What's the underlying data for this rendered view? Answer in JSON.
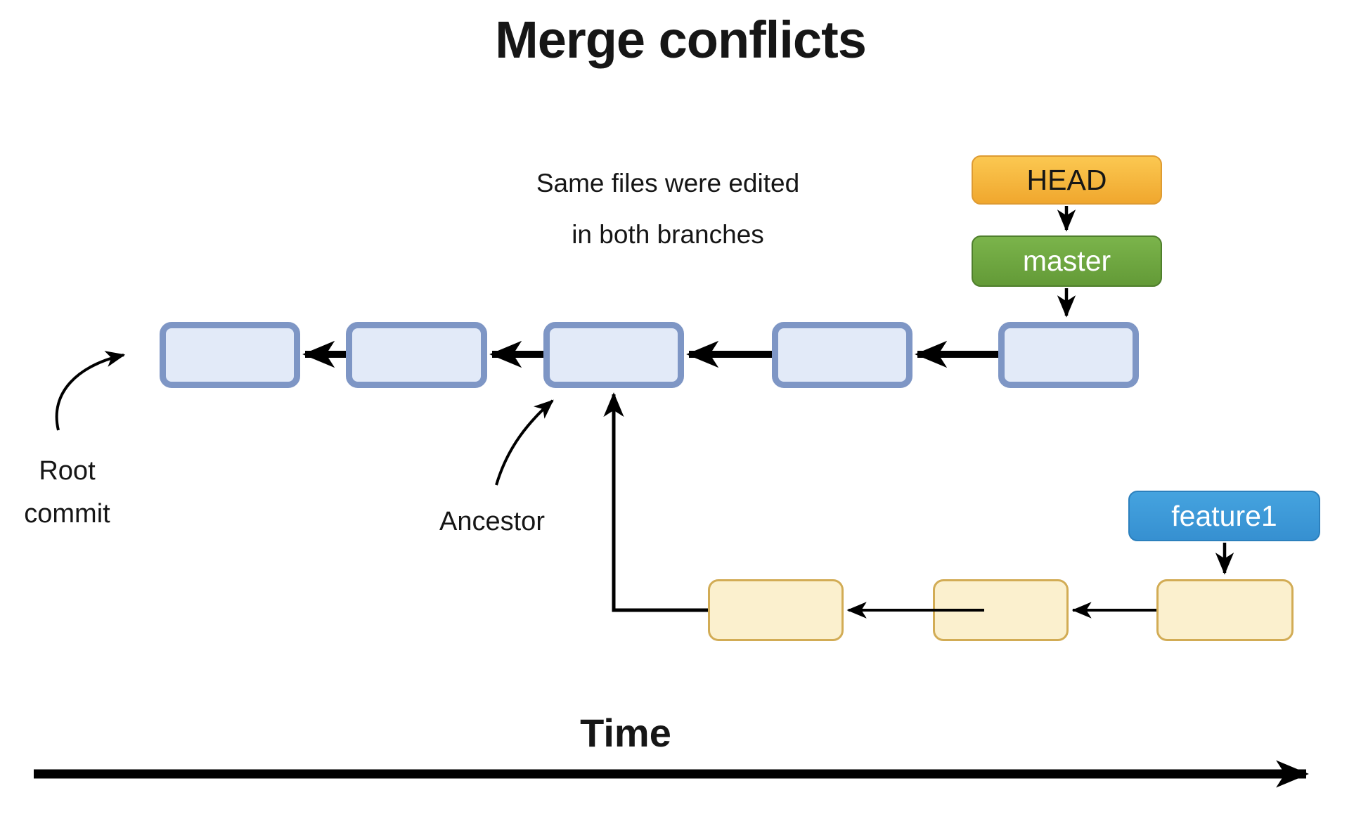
{
  "title": "Merge conflicts",
  "annotation": {
    "line1": "Same files were edited",
    "line2": "in both branches"
  },
  "branches": {
    "head_label": "HEAD",
    "master_label": "master",
    "feature1_label": "feature1"
  },
  "callouts": {
    "root_line1": "Root",
    "root_line2": "commit",
    "ancestor": "Ancestor"
  },
  "axis": {
    "time_label": "Time"
  },
  "colors": {
    "text": "#161616",
    "head_top": "#FBC851",
    "head_bottom": "#F0A72E",
    "head_border": "#DE9B32",
    "master_top": "#7BB44B",
    "master_bottom": "#639A37",
    "master_border": "#4F7F2C",
    "feature_top": "#45A3DF",
    "feature_bottom": "#3690D1",
    "feature_border": "#2C80BD",
    "commit_fill": "#E2EAF8",
    "commit_border": "#7E96C5",
    "feature_commit_fill": "#FBF0CE",
    "feature_commit_border": "#D2AC55",
    "arrow": "#000000"
  }
}
